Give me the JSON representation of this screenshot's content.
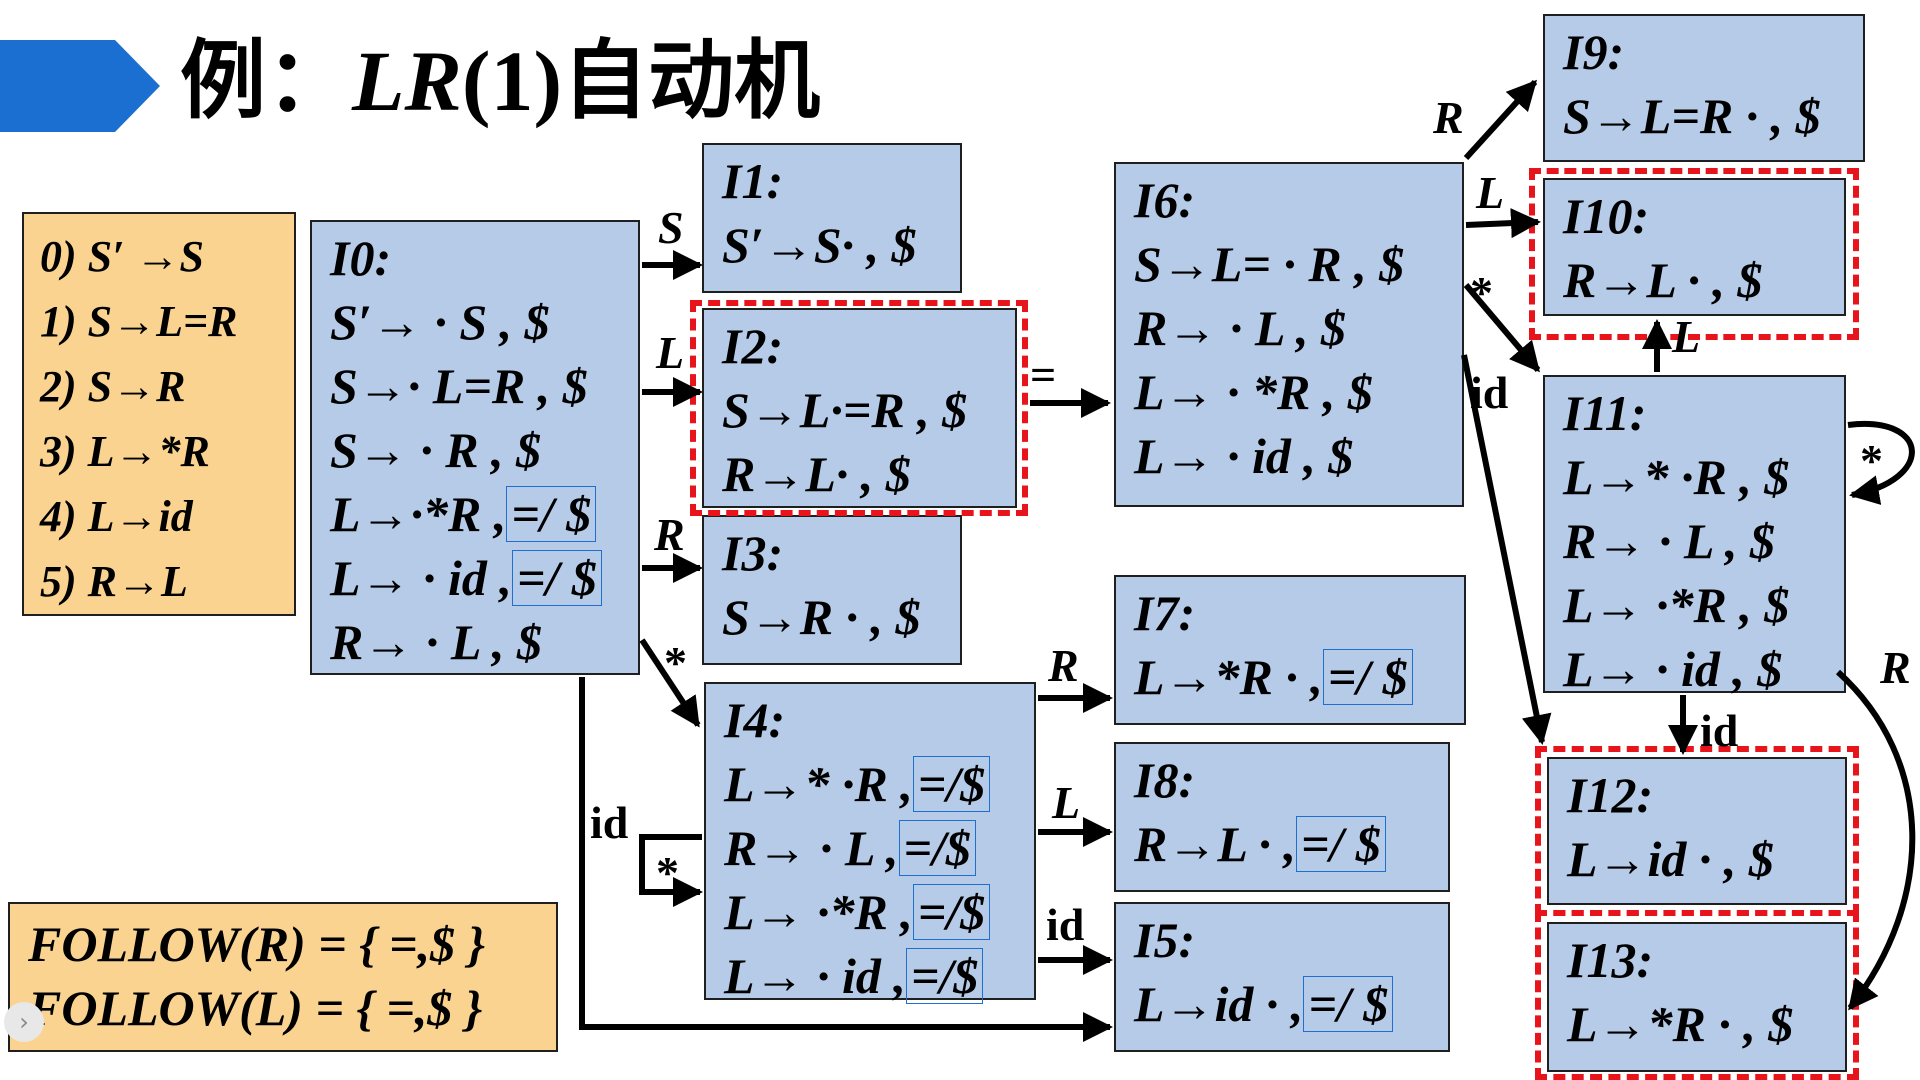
{
  "title": {
    "prefix": "例：",
    "lr": "LR",
    "paren": "(1)",
    "suffix": "自动机"
  },
  "grammar": [
    "0) S′ →S",
    "1) S→L=R",
    "2) S→R",
    "3) L→*R",
    "4) L→id",
    "5) R→L"
  ],
  "follow": [
    "FOLLOW(R) = { =,$ }",
    "FOLLOW(L) = { =,$ }"
  ],
  "states": {
    "I0": {
      "label": "I0:",
      "items": [
        {
          "core": "S′→ · S , $"
        },
        {
          "core": "S→· L=R , $"
        },
        {
          "core": "S→ · R , $"
        },
        {
          "core": "L→·*R ,",
          "la": "=/ $"
        },
        {
          "core": "L→ · id ,",
          "la": "=/ $"
        },
        {
          "core": "R→ · L , $"
        }
      ]
    },
    "I1": {
      "label": "I1:",
      "items": [
        {
          "core": "S′→S· , $"
        }
      ]
    },
    "I2": {
      "label": "I2:",
      "items": [
        {
          "core": "S→L·=R , $"
        },
        {
          "core": "R→L· , $"
        }
      ]
    },
    "I3": {
      "label": "I3:",
      "items": [
        {
          "core": "S→R · , $"
        }
      ]
    },
    "I4": {
      "label": "I4:",
      "items": [
        {
          "core": "L→* ·R ,",
          "la": "=/$"
        },
        {
          "core": "R→ · L ,",
          "la": "=/$"
        },
        {
          "core": "L→ ·*R ,",
          "la": "=/$"
        },
        {
          "core": "L→ · id ,",
          "la": "=/$"
        }
      ]
    },
    "I5": {
      "label": "I5:",
      "items": [
        {
          "core": "L→id · ,",
          "la": "=/ $"
        }
      ]
    },
    "I6": {
      "label": "I6:",
      "items": [
        {
          "core": "S→L= · R , $"
        },
        {
          "core": "R→ · L , $"
        },
        {
          "core": "L→ · *R , $"
        },
        {
          "core": "L→ · id , $"
        }
      ]
    },
    "I7": {
      "label": "I7:",
      "items": [
        {
          "core": "L→*R · ,",
          "la": "=/ $"
        }
      ]
    },
    "I8": {
      "label": "I8:",
      "items": [
        {
          "core": "R→L · ,",
          "la": "=/ $"
        }
      ]
    },
    "I9": {
      "label": "I9:",
      "items": [
        {
          "core": "S→L=R · , $"
        }
      ]
    },
    "I10": {
      "label": "I10:",
      "items": [
        {
          "core": "R→L · , $"
        }
      ]
    },
    "I11": {
      "label": "I11:",
      "items": [
        {
          "core": "L→* ·R , $"
        },
        {
          "core": "R→ · L , $"
        },
        {
          "core": "L→ ·*R , $"
        },
        {
          "core": "L→ · id , $"
        }
      ]
    },
    "I12": {
      "label": "I12:",
      "items": [
        {
          "core": "L→id · , $"
        }
      ]
    },
    "I13": {
      "label": "I13:",
      "items": [
        {
          "core": "L→*R · , $"
        }
      ]
    }
  },
  "edges": {
    "I0_I1": "S",
    "I0_I2": "L",
    "I0_I3": "R",
    "I0_I4": "*",
    "I0_I5": "id",
    "I2_I6": "=",
    "I4_I7": "R",
    "I4_I8": "L",
    "I4_I5": "id",
    "I4_I4": "*",
    "I6_I9": "R",
    "I6_I10": "L",
    "I6_I11": "*",
    "I6_I12": "id",
    "I11_I11": "*",
    "I11_I10": "L",
    "I11_I12": "id",
    "I11_I13": "R"
  },
  "colors": {
    "state_fill": "#b5cbe8",
    "note_fill": "#f9d38f",
    "highlight_dash": "#e8141b",
    "lookahead_border": "#1f6fd0",
    "banner": "#1a6fd1"
  }
}
